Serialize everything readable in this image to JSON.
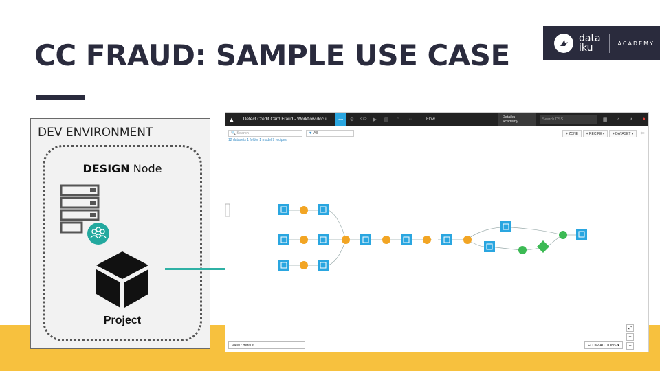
{
  "slide": {
    "title": "CC FRAUD: SAMPLE USE CASE",
    "colors": {
      "title": "#2a2b3d",
      "accent_band": "#f7c13e",
      "connector": "#2fb1a5"
    }
  },
  "logo": {
    "word_top": "data",
    "word_bottom": "iku",
    "tagline": "ACADEMY",
    "icon": "bird-icon"
  },
  "dev_environment": {
    "label": "DEV ENVIRONMENT",
    "design_node": {
      "label_bold": "DESIGN",
      "label_rest": "Node",
      "icon": "server-stack-icon",
      "badge_icon": "users-group-icon"
    },
    "project": {
      "label": "Project",
      "icon": "cube-icon"
    }
  },
  "dss": {
    "project_title": "Detect Credit Card Fraud - Workflow docu...",
    "nav_label": "Flow",
    "instance_label": "Dataiku Academy",
    "search_placeholder": "Search DSS...",
    "flow_search_placeholder": "Search",
    "filter_value": "All",
    "counts": "12 datasets 1 folder 1 model 9 recipes",
    "buttons": {
      "zone": "+ ZONE",
      "recipe": "+ RECIPE ▾",
      "dataset": "+ DATASET ▾"
    },
    "view_select": "View : default",
    "flow_actions": "FLOW ACTIONS ▾",
    "zoom_in": "+",
    "zoom_out": "−",
    "expand_icon": "⤢"
  }
}
